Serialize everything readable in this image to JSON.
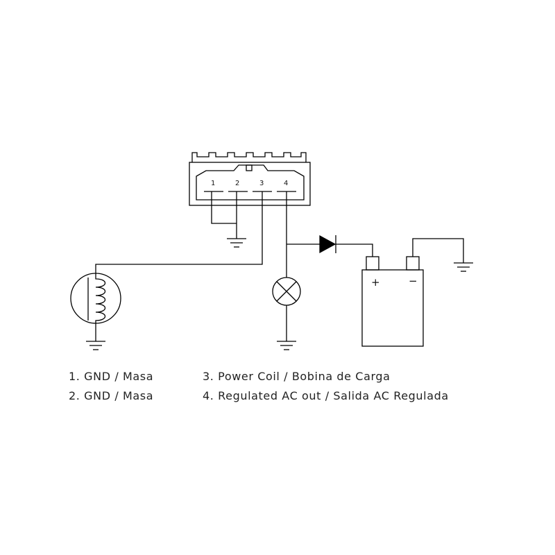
{
  "regulator": {
    "pins": [
      "1",
      "2",
      "3",
      "4"
    ]
  },
  "battery": {
    "positive": "+",
    "negative": "−"
  },
  "legend": {
    "pin1": "1. GND / Masa",
    "pin2": "2. GND / Masa",
    "pin3": "3. Power Coil / Bobina de Carga",
    "pin4": "4. Regulated AC out / Salida AC Regulada"
  }
}
